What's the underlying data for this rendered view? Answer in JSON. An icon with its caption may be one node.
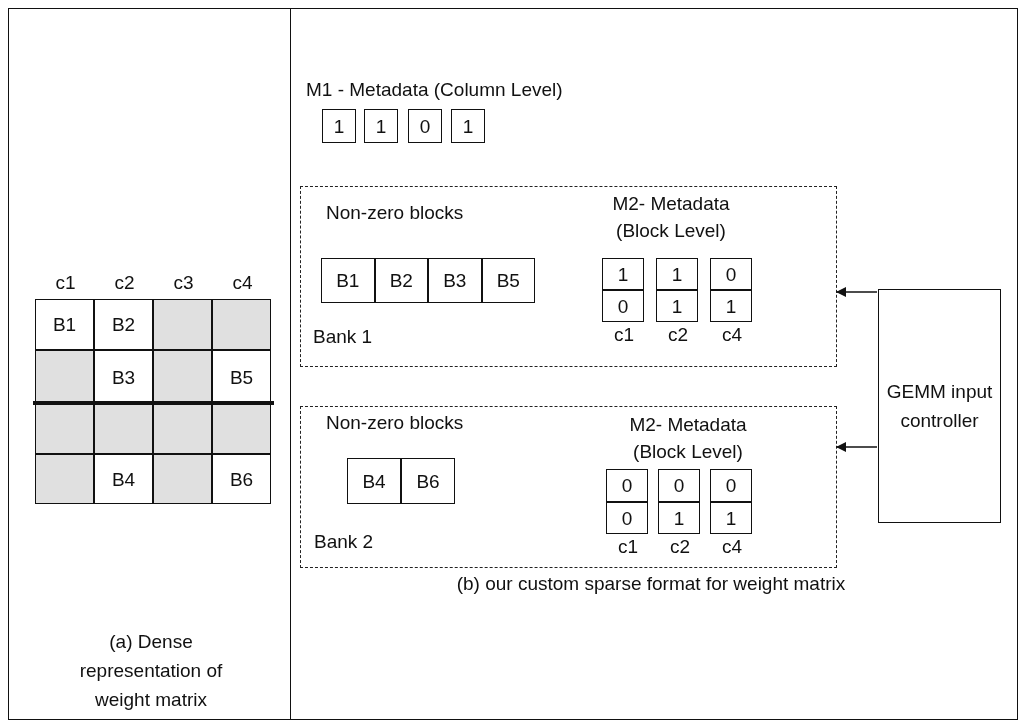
{
  "diagram": {
    "nodes": [
      {
        "text": [
          "(a) Dense representation of weight matrix"
        ]
      },
      {
        "text": [
          "B1"
        ],
        "in": 0,
        "beside": [
          "c1"
        ]
      },
      {
        "text": [
          "B2"
        ],
        "in": 0,
        "beside": [
          "c2"
        ]
      },
      {
        "text": [],
        "shape": "box",
        "in": 0,
        "beside": [
          "c3"
        ]
      },
      {
        "text": [],
        "shape": "box",
        "in": 0,
        "beside": [
          "c4"
        ]
      },
      {
        "text": [],
        "shape": "box",
        "in": 0
      },
      {
        "text": [
          "B3"
        ],
        "in": 0
      },
      {
        "text": [],
        "shape": "box",
        "in": 0
      },
      {
        "text": [
          "B5"
        ],
        "in": 0
      },
      {
        "text": [],
        "shape": "box",
        "in": 0
      },
      {
        "text": [],
        "shape": "box",
        "in": 0
      },
      {
        "text": [],
        "shape": "box",
        "in": 0
      },
      {
        "text": [],
        "shape": "box",
        "in": 0
      },
      {
        "text": [],
        "shape": "box",
        "in": 0
      },
      {
        "text": [
          "B4"
        ],
        "in": 0
      },
      {
        "text": [],
        "shape": "box",
        "in": 0
      },
      {
        "text": [
          "B6"
        ],
        "in": 0
      },
      {
        "text": [
          "M1 - Metadata (Column Level)",
          "(b) our custom sparse format for weight matrix"
        ]
      },
      {
        "text": [
          "1"
        ],
        "in": 17
      },
      {
        "text": [
          "1"
        ],
        "in": 17
      },
      {
        "text": [
          "0"
        ],
        "in": 17
      },
      {
        "text": [
          "1"
        ],
        "in": 17
      },
      {
        "text": [
          "Non-zero blocks",
          "M2- Metadata (Block Level)",
          "Bank 1"
        ],
        "in": 17
      },
      {
        "text": [
          "B1"
        ],
        "in": 22
      },
      {
        "text": [
          "B2"
        ],
        "in": 22
      },
      {
        "text": [
          "B3"
        ],
        "in": 22
      },
      {
        "text": [
          "B5"
        ],
        "in": 22
      },
      {
        "text": [
          "1"
        ],
        "in": 22
      },
      {
        "text": [
          "1"
        ],
        "in": 22
      },
      {
        "text": [
          "0"
        ],
        "in": 22
      },
      {
        "text": [
          "0"
        ],
        "in": 22,
        "beside": [
          "c1"
        ]
      },
      {
        "text": [
          "1"
        ],
        "in": 22,
        "beside": [
          "c2"
        ]
      },
      {
        "text": [
          "1"
        ],
        "in": 22,
        "beside": [
          "c4"
        ]
      },
      {
        "text": [
          "Non-zero blocks",
          "M2- Metadata (Block Level)",
          "Bank 2"
        ],
        "in": 17
      },
      {
        "text": [
          "B4"
        ],
        "in": 33
      },
      {
        "text": [
          "B6"
        ],
        "in": 33
      },
      {
        "text": [
          "0"
        ],
        "in": 33
      },
      {
        "text": [
          "0"
        ],
        "in": 33
      },
      {
        "text": [
          "0"
        ],
        "in": 33
      },
      {
        "text": [
          "0"
        ],
        "in": 33,
        "beside": [
          "c1"
        ]
      },
      {
        "text": [
          "1"
        ],
        "in": 33,
        "beside": [
          "c2"
        ]
      },
      {
        "text": [
          "1"
        ],
        "in": 33,
        "beside": [
          "c4"
        ]
      },
      {
        "text": [
          "GEMM input controller"
        ],
        "in": 17
      }
    ],
    "edges": [
      {
        "from": 42,
        "to": 22,
        "arrow": "to"
      },
      {
        "from": 42,
        "to": 33,
        "arrow": "to"
      }
    ]
  }
}
